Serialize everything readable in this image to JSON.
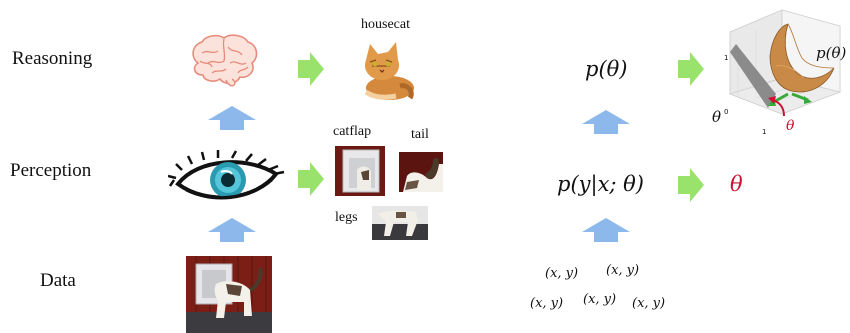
{
  "rows": {
    "reasoning": "Reasoning",
    "perception": "Perception",
    "data": "Data"
  },
  "image_labels": {
    "housecat": "housecat",
    "catflap": "catflap",
    "tail": "tail",
    "legs": "legs"
  },
  "math": {
    "prior": "p(θ)",
    "likelihood": "p(y|x; θ)",
    "theta": "θ",
    "samples": [
      "(x, y)",
      "(x, y)",
      "(x, y)",
      "(x, y)",
      "(x, y)"
    ]
  },
  "plot": {
    "surface_label": "p(θ)",
    "axis_theta": "θ",
    "point_theta": "θ",
    "tick_z1": "1",
    "tick_z0": "0",
    "tick_x1": "1"
  },
  "colors": {
    "arrow_green": "#99e26b",
    "arrow_blue": "#8cb8ec",
    "theta_red": "#cc1133",
    "surface_orange": "#c98a48"
  },
  "icons": {
    "brain": "brain-icon",
    "eye": "eye-icon"
  }
}
